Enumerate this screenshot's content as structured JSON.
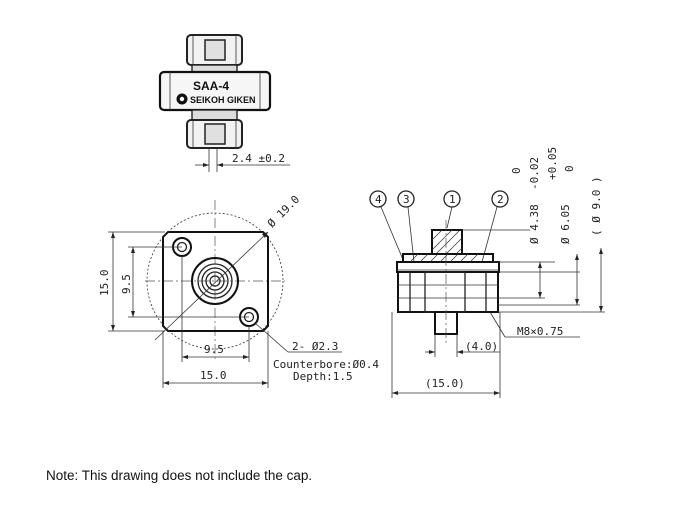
{
  "product": {
    "model": "SAA-4",
    "brand": "SEIKOH GIKEN"
  },
  "top_view": {
    "dim_width": "2.4 ±0.2"
  },
  "front_view": {
    "dim_diameter": "Ø 19.0",
    "dim_height_outer": "15.0",
    "dim_height_inner": "9.5",
    "dim_width_inner": "9.5",
    "dim_width_outer": "15.0",
    "dim_holes": "2- Ø2.3",
    "counterbore": "Counterbore:Ø0.4",
    "depth": "Depth:1.5"
  },
  "side_view": {
    "callouts": [
      "1",
      "2",
      "3",
      "4"
    ],
    "dim_a": "Ø 4.38",
    "dim_a_tol_upper": "0",
    "dim_a_tol_lower": "-0.02",
    "dim_b": "Ø 6.05",
    "dim_b_tol_upper": "+0.05",
    "dim_b_tol_lower": "0",
    "dim_c": "( Ø 9.0 )",
    "thread": "M8×0.75",
    "dim_small": "(4.0)",
    "dim_width": "(15.0)"
  },
  "note": "Note: This drawing does not include the cap."
}
